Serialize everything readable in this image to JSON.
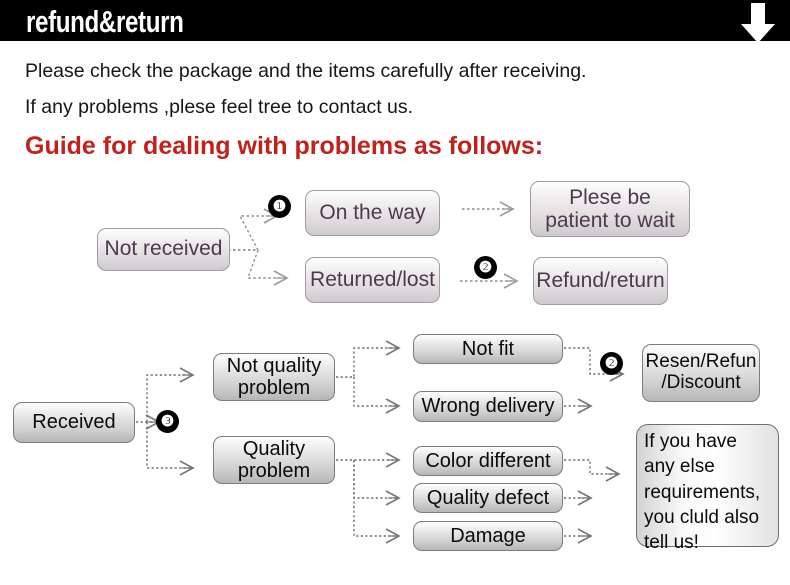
{
  "header": {
    "title": "refund&return",
    "arrow_icon": "down-arrow-icon"
  },
  "intro": {
    "line1": "Please check the package and the items carefully after receiving.",
    "line2": "If any problems ,plese feel tree to contact us.",
    "guide_title": "Guide for dealing with problems as follows:"
  },
  "colors": {
    "header_bg": "#000000",
    "guide_red": "#c2211b",
    "purple_text": "#4c3a4c",
    "badge_bg": "#000000"
  },
  "flow_upper": {
    "start": "Not received",
    "branch_badge": "❶",
    "options": [
      "On the way",
      "Returned/lost"
    ],
    "outcome_badge": "❷",
    "outcomes": [
      "Plese be\npatient to wait",
      "Refund/return"
    ]
  },
  "flow_lower": {
    "start": "Received",
    "branch_badge": "❸",
    "categories": [
      "Not quality\nproblem",
      "Quality\nproblem"
    ],
    "reasons_not_quality": [
      "Not fit",
      "Wrong delivery"
    ],
    "reasons_quality": [
      "Color different",
      "Quality defect",
      "Damage"
    ],
    "outcome_badge": "❷",
    "outcome": "Resen/Refun\n/Discount",
    "note": "If you have\nany else\nrequirements,\nyou cluld also\ntell us!"
  }
}
